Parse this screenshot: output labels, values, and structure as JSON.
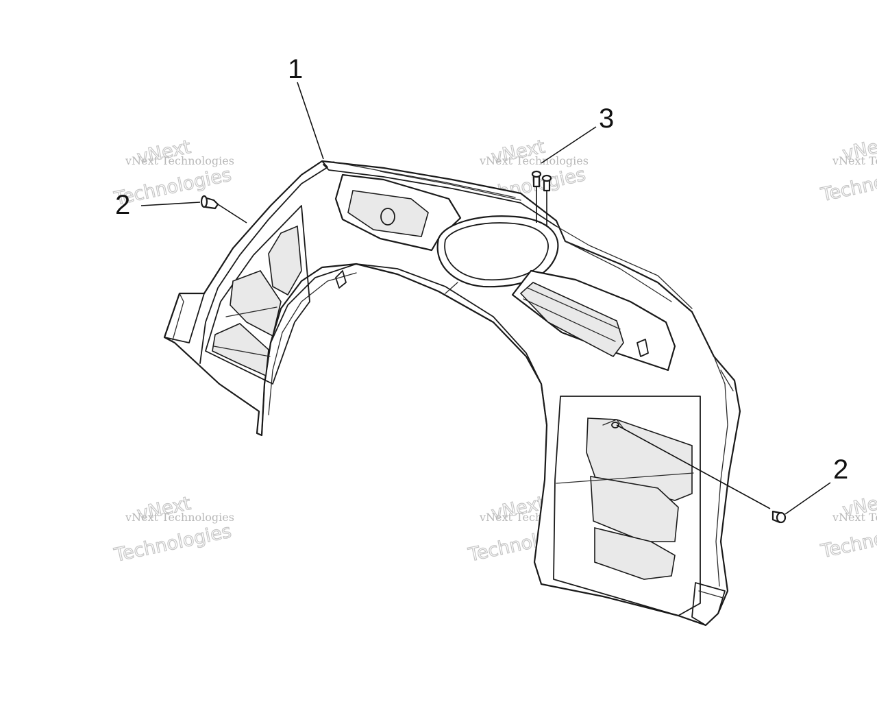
{
  "callouts": [
    {
      "id": "part-1",
      "label": "1"
    },
    {
      "id": "part-2-left",
      "label": "2"
    },
    {
      "id": "part-2-right",
      "label": "2"
    },
    {
      "id": "part-3",
      "label": "3"
    }
  ],
  "watermark": {
    "small_text": "vNext Technologies",
    "big_line_1": "vNext",
    "big_line_2": "Technologies"
  }
}
